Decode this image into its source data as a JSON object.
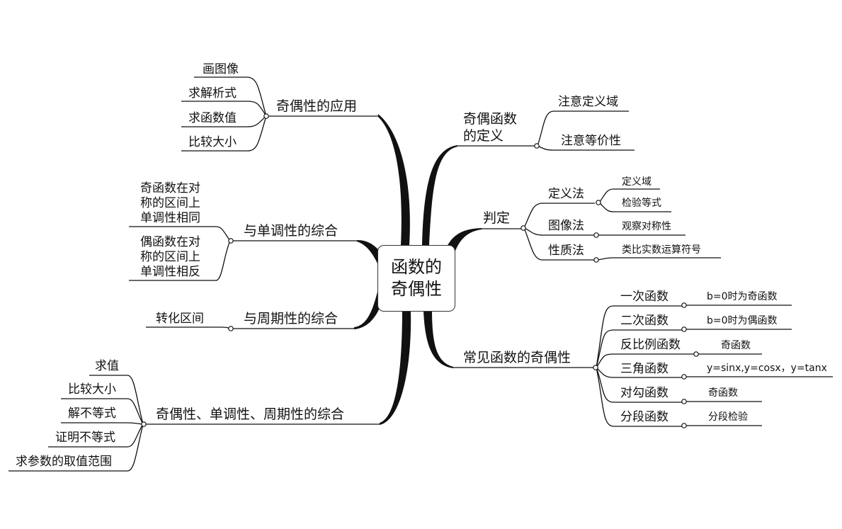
{
  "colors": {
    "line": "#111111",
    "text": "#111111",
    "background": "#ffffff"
  },
  "root": {
    "line1": "函数的",
    "line2": "奇偶性"
  },
  "left": {
    "app": {
      "label": "奇偶性的应用",
      "children": [
        "画图像",
        "求解析式",
        "求函数值",
        "比较大小"
      ]
    },
    "mono": {
      "label": "与单调性的综合",
      "children": [
        [
          "奇函数在对",
          "称的区间上",
          "单调性相同"
        ],
        [
          "偶函数在对",
          "称的区间上",
          "单调性相反"
        ]
      ]
    },
    "period": {
      "label": "与周期性的综合",
      "children": [
        "转化区间"
      ]
    },
    "combo": {
      "label": "奇偶性、单调性、周期性的综合",
      "children": [
        "求值",
        "比较大小",
        "解不等式",
        "证明不等式",
        "求参数的取值范围"
      ]
    }
  },
  "right": {
    "def": {
      "label_line1": "奇偶函数",
      "label_line2": "的定义",
      "children": [
        "注意定义域",
        "注意等价性"
      ]
    },
    "judge": {
      "label": "判定",
      "children": [
        {
          "label": "定义法",
          "children": [
            "定义域",
            "检验等式"
          ]
        },
        {
          "label": "图像法",
          "children": [
            "观察对称性"
          ]
        },
        {
          "label": "性质法",
          "children": [
            "类比实数运算符号"
          ]
        }
      ]
    },
    "common": {
      "label": "常见函数的奇偶性",
      "children": [
        {
          "label": "一次函数",
          "detail": "b=0时为奇函数"
        },
        {
          "label": "二次函数",
          "detail": "b=0时为偶函数"
        },
        {
          "label": "反比例函数",
          "detail": "奇函数"
        },
        {
          "label": "三角函数",
          "detail": "y=sinx,y=cosx，y=tanx"
        },
        {
          "label": "对勾函数",
          "detail": "奇函数"
        },
        {
          "label": "分段函数",
          "detail": "分段检验"
        }
      ]
    }
  }
}
